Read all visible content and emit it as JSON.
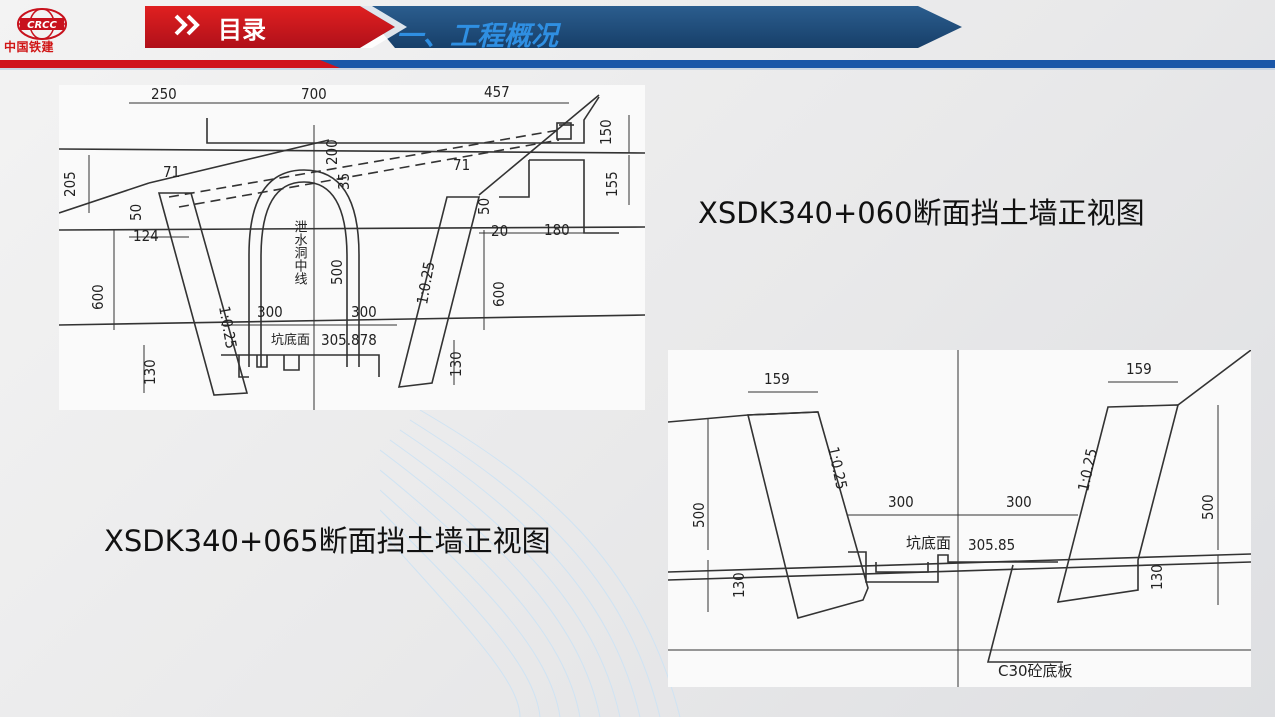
{
  "header": {
    "logo_text": "中国铁建",
    "logo_mark_text": "CRCC",
    "nav_label": "目录",
    "section_title": "一、工程概况",
    "colors": {
      "nav_red": "#c8121d",
      "section_blue": "#1e4f80",
      "title_text": "#2f8fe2"
    }
  },
  "drawing1": {
    "caption": "XSDK340+060断面挡土墙正视图",
    "dims": {
      "top_left": "250",
      "top_mid": "700",
      "top_right": "457",
      "r150": "150",
      "r155": "155",
      "l205": "205",
      "w71a": "71",
      "w71b": "71",
      "h50a": "50",
      "h50b": "50",
      "w124": "124",
      "w20": "20",
      "w180": "180",
      "h200": "200",
      "h35": "35",
      "h500": "500",
      "h600a": "600",
      "h600b": "600",
      "h130a": "130",
      "h130b": "130",
      "w300a": "300",
      "w300b": "300",
      "slope_l": "1:0.25",
      "slope_r": "1:0.25",
      "centerline": "泄水洞中线",
      "pit_label": "坑底面",
      "pit_elev": "305.878"
    }
  },
  "drawing2": {
    "caption": "XSDK340+065断面挡土墙正视图",
    "dims": {
      "w159a": "159",
      "w159b": "159",
      "slope_l": "1:0.25",
      "slope_r": "1:0.25",
      "w300a": "300",
      "w300b": "300",
      "h500a": "500",
      "h500b": "500",
      "h130a": "130",
      "h130b": "130",
      "pit_label": "坑底面",
      "pit_elev": "305.85",
      "slab": "C30砼底板"
    }
  }
}
